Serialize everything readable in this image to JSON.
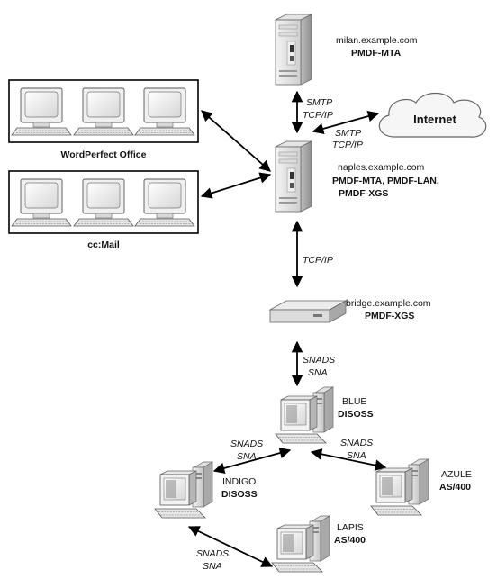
{
  "nodes": {
    "milan": {
      "host": "milan.example.com",
      "role": "PMDF-MTA"
    },
    "naples": {
      "host": "naples.example.com",
      "role1": "PMDF-MTA, PMDF-LAN,",
      "role2": "PMDF-XGS"
    },
    "bridge": {
      "host": "bridge.example.com",
      "role": "PMDF-XGS"
    },
    "internet": {
      "label": "Internet"
    },
    "blue": {
      "name": "BLUE",
      "role": "DISOSS"
    },
    "indigo": {
      "name": "INDIGO",
      "role": "DISOSS"
    },
    "azule": {
      "name": "AZULE",
      "role": "AS/400"
    },
    "lapis": {
      "name": "LAPIS",
      "role": "AS/400"
    }
  },
  "groups": {
    "wordperfect": {
      "label": "WordPerfect Office"
    },
    "ccmail": {
      "label": "cc:Mail"
    }
  },
  "links": {
    "milan_naples": {
      "line1": "SMTP",
      "line2": "TCP/IP"
    },
    "naples_internet": {
      "line1": "SMTP",
      "line2": "TCP/IP"
    },
    "naples_bridge": {
      "line1": "TCP/IP"
    },
    "bridge_blue": {
      "line1": "SNADS",
      "line2": "SNA"
    },
    "blue_indigo": {
      "line1": "SNADS",
      "line2": "SNA"
    },
    "blue_azule": {
      "line1": "SNADS",
      "line2": "SNA"
    },
    "indigo_lapis": {
      "line1": "SNADS",
      "line2": "SNA"
    }
  },
  "icons": {
    "server": "server-tower-icon",
    "cloud": "cloud-icon",
    "bridge": "network-bridge-icon",
    "workstation": "workstation-icon",
    "pc": "desktop-computer-icon"
  }
}
